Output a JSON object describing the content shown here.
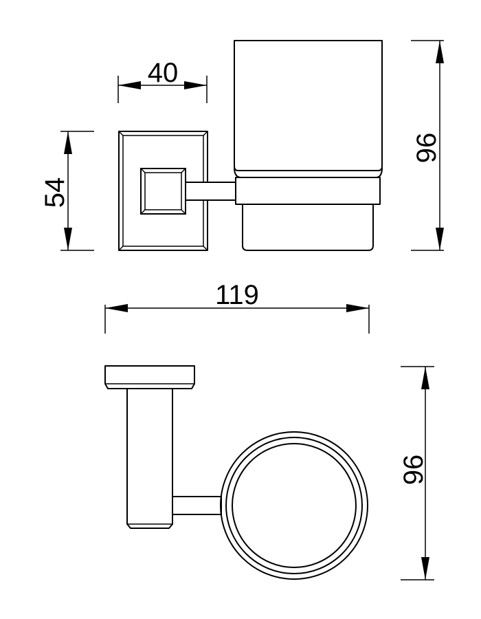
{
  "drawing": {
    "line_color": "#000000",
    "background": "#ffffff",
    "dimensions": {
      "top_width": "40",
      "plate_height": "54",
      "cup_height": "96",
      "overall_depth": "119",
      "ring_height": "96"
    }
  }
}
